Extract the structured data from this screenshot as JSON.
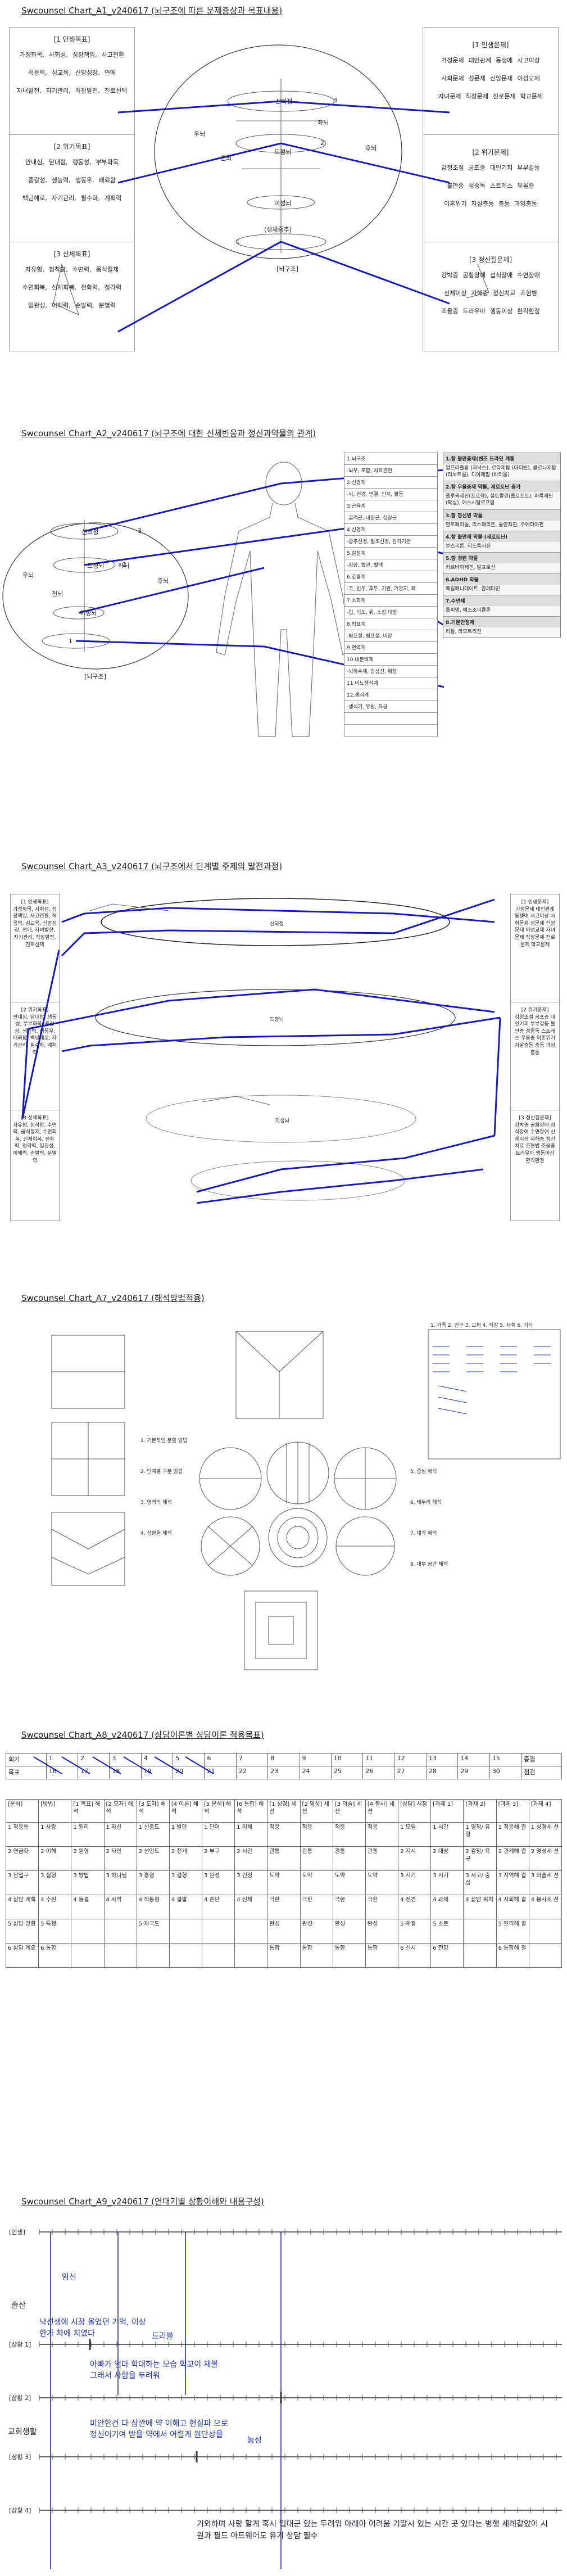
{
  "a1": {
    "title": "Swcounsel Chart_A1_v240617 (뇌구조에 따른 문제증상과 목표내용)",
    "left_groups": [
      {
        "title": "[1 인생목표]",
        "rows": [
          [
            "가정화목,",
            "사회성,",
            "성장책임,",
            "사고전환"
          ],
          [
            "적응력,",
            "심교육,",
            "신앙성장,",
            "연애"
          ],
          [
            "자녀발전,",
            "자기관리,",
            "직장발전,",
            "진로선택"
          ]
        ]
      },
      {
        "title": "[2 위기목표]",
        "rows": [
          [
            "안내심,",
            "담대함,",
            "행동성,",
            "부부화목"
          ],
          [
            "중갈성,",
            "생능력,",
            "생동우,",
            "배뢰함"
          ],
          [
            "백년해로,",
            "자기관리,",
            "필수화,",
            "계획력"
          ]
        ]
      },
      {
        "title": "[3 신체목표]",
        "rows": [
          [
            "자유함,",
            "침착함,",
            "수면력,",
            "음식절제"
          ],
          [
            "수면회복,",
            "신체회복,",
            "전화력,",
            "정각력"
          ],
          [
            "일관성,",
            "이해력,",
            "순발력,",
            "분별력"
          ]
        ]
      }
    ],
    "right_groups": [
      {
        "title": "[1 인생문제]",
        "rows": [
          [
            "가정문제",
            "대인관계",
            "동생애",
            "사고이상"
          ],
          [
            "사회문제",
            "성문제",
            "신앙문제",
            "이성교제"
          ],
          [
            "자녀문제",
            "직장문제",
            "진로문제",
            "학교문제"
          ]
        ]
      },
      {
        "title": "[2 위기문제]",
        "rows": [
          [
            "감정조절",
            "공포증",
            "대인기피",
            "부부갈등"
          ],
          [
            "불안증",
            "성중독",
            "스트레스",
            "우울증"
          ],
          [
            "이혼위기",
            "자살충동",
            "충동",
            "과잉충동"
          ]
        ]
      },
      {
        "title": "[3 정신질문제]",
        "rows": [
          [
            "강박증",
            "공황장애",
            "섭식장애",
            "수면장애"
          ],
          [
            "신체이상",
            "자해증",
            "정신치료",
            "조현병"
          ],
          [
            "조울증",
            "트라우마",
            "행동이상",
            "환각환청"
          ]
        ]
      }
    ],
    "brain": {
      "ring_top": "3",
      "ring_mid": "2",
      "ring_bot": "1",
      "left_top": "우뇌",
      "left_mid": "전뇌",
      "right_top": "좌뇌",
      "right_mid": "후뇌",
      "center_top": "신의정",
      "center_mid": "드정뇌",
      "center_low": "이성뇌",
      "center_bot": "(생체중추)",
      "label": "[뇌구조]"
    }
  },
  "a2": {
    "title": "Swcounsel Chart_A2_v240617 (뇌구조에 대한 신체반응과 정신과약물의 관계)",
    "brain": {
      "top": "신의정",
      "mid": "드정뇌",
      "low": "이성뇌",
      "left_a": "우뇌",
      "left_b": "전뇌",
      "right_a": "좌뇌",
      "right_b": "후뇌",
      "n3": "3",
      "n2": "2",
      "n1": "1",
      "label": "[뇌구조]"
    },
    "body_systems": [
      "1.뇌구조",
      "-뇌우, 포함, 치료관련",
      "2.신경계",
      "-뇌, 건강, 연결, 인지, 활동",
      "3.근육계",
      "-골격근, 내장근, 심장근",
      "4.신경계",
      "-중추신경, 말초신경, 감각기관",
      "5.감정계",
      "-심장, 혈관, 혈액",
      "6.호흡계",
      "-코, 인두, 후두, 기관, 기관지, 폐",
      "7.소화계",
      "-입, 식도, 위, 소장 대장",
      "8.림프계",
      "-림프절, 림프절, 비장",
      "9.면역계",
      "10.내분비계",
      "-뇌하수체, 갑상선, 췌장",
      "11.비뇨생식계",
      "12.생식계",
      "-생식기, 유방, 자궁"
    ],
    "drug_groups": [
      {
        "head": "1.항 불안증제(벤조 드라인 계통",
        "body": "알프라졸람 (자낙스), 로라제팜 (아티반), 클로나제팜 (리보트릴), 디아제팜 (바리움)"
      },
      {
        "head": "2.항 우울증제 약물, 세로토닌 증가",
        "body": "플루옥세틴(프로작), 설트랄린(졸로프트), 파록세틴(팍실), 에스시탈로프람"
      },
      {
        "head": "3.항 정신병 약물",
        "body": "할로페리돌, 리스페리돈, 올란자핀, 쿠에티아핀"
      },
      {
        "head": "4.항 불안제 약물 (세로토닌)",
        "body": "부스피론, 히드록시진"
      },
      {
        "head": "5.항 경련 약물",
        "body": "카르바마제핀, 발프로산"
      },
      {
        "head": "6.ADHD 약물",
        "body": "메틸페니데이트, 암페타민"
      },
      {
        "head": "7.수면제",
        "body": "졸피뎀, 에스조피클론"
      },
      {
        "head": "8.기분안정제",
        "body": "리튬, 라모트리진"
      }
    ]
  },
  "a3": {
    "title": "Swcounsel Chart_A3_v240617 (뇌구조에서 단계별 주제의 발전과정)",
    "left_segs": [
      {
        "title": "[1 인생목표]",
        "text": "가정화목, 사회성, 성장책임, 사고전환, 적응력, 심교육, 신앙성장, 연애, 자녀발전, 자기관리, 직장발전, 진로선택"
      },
      {
        "title": "[2 위기목표]",
        "text": "안내심, 담대함, 행동성, 부부화목, 중갈성, 생능력, 생동우, 배뢰함, 백년해로, 자기관리, 필수화, 계획력"
      },
      {
        "title": "[3 신체목표]",
        "text": "자유함, 침착함, 수면력, 음식절제, 수면회복, 신체회복, 전화력, 정각력, 일관성, 이해력, 순발력, 분별력"
      }
    ],
    "right_segs": [
      {
        "title": "[1 인생문제]",
        "text": "가정문제 대인관계 동생애 사고이상 사회문제 성문제 신앙문제 이성교제 자녀문제 직장문제 진로문제 학교문제"
      },
      {
        "title": "[2 위기문제]",
        "text": "감정조절 공포증 대인기피 부부갈등 불안증 성중독 스트레스 우울증 이혼위기 자살충동 충동 과잉충동"
      },
      {
        "title": "[3 정신질문제]",
        "text": "강박증 공황장애 섭식장애 수면장애 신체이상 자해증 정신치료 조현병 조울증 트라우마 행동이상 환각환청"
      }
    ],
    "ring_labels": [
      "신의정",
      "드정뇌",
      "이성뇌"
    ]
  },
  "a7": {
    "title": "Swcounsel Chart_A7_v240617 (해석방법적용)",
    "captions": [
      "1. 기본적인 분할 방법",
      "2. 단계별 구분 방법",
      "3. 영역의 해석",
      "4. 상황을 해석",
      "5. 중심 해석",
      "6. 테두리 해석",
      "7. 대각 해석",
      "8. 내부 공간 해석"
    ],
    "sheet_header": "1. 가족 2. 친구 3. 교회 4. 직장 5. 사회 6. 기타"
  },
  "a8": {
    "title": "Swcounsel Chart_A8_v240617 (상담이론별 상담이론 적용목표)",
    "top_row1": [
      "회기",
      "1",
      "2",
      "3",
      "4",
      "5",
      "6",
      "7",
      "8",
      "9",
      "10",
      "11",
      "12",
      "13",
      "14",
      "15",
      "종결"
    ],
    "top_row2": [
      "목표",
      "16",
      "17",
      "18",
      "19",
      "20",
      "21",
      "22",
      "23",
      "24",
      "25",
      "26",
      "27",
      "28",
      "29",
      "30",
      "점검"
    ],
    "table": [
      [
        "[분석]",
        "[방법]",
        "[1 목표] 해석",
        "[2 모자] 해석",
        "[3 도자] 해석",
        "[4 이론] 해석",
        "[5 분석] 해석",
        "[6 통합] 해석",
        "[1 성경] 세션",
        "[2 영성] 세션",
        "[3 의술] 세션",
        "[4 봉사] 세션",
        "[상담] 시점",
        "[과제 1]",
        "[과제 2]",
        "[과제 3]",
        "[과제 4]"
      ],
      [
        "1 적응통",
        "1 사랑",
        "1 원리",
        "1 자신",
        "1 선충도",
        "1 발단",
        "1 단어",
        "1 이해",
        "적응",
        "적응",
        "적응",
        "적응",
        "1 모델",
        "1 시간",
        "1 영적/ 유형",
        "1 적응해 결",
        "1 성경세 션"
      ],
      [
        "2 연금화",
        "2 이해",
        "2 원형",
        "2 타인",
        "2 선인도",
        "2 전개",
        "2 부구",
        "2 시간",
        "관통",
        "관통",
        "관통",
        "관통",
        "2 지시",
        "2 대상",
        "2 감정/ 욕구",
        "2 관계해 결",
        "2 영성세 션"
      ],
      [
        "3 전업구",
        "3 질형",
        "3 방법",
        "3 하나님",
        "3 흥형",
        "3 결형",
        "3 완성",
        "3 건정",
        "도약",
        "도약",
        "도약",
        "도약",
        "3 시기",
        "3 시기",
        "3 사고/ 중심",
        "3 지역해 결",
        "3 의술세 션"
      ],
      [
        "4 삶담 계획",
        "4 수원",
        "4 동결",
        "4 사역",
        "4 작동형",
        "4 결말",
        "4 존단",
        "4 신체",
        "극한",
        "극한",
        "극한",
        "극한",
        "4 전견",
        "4 과제",
        "4 삶담 위치",
        "4 사회해 결",
        "4 봉사세 션"
      ],
      [
        "5 삶담 방향",
        "5 특행",
        "",
        "",
        "5 자극도",
        "",
        "",
        "",
        "완성",
        "완성",
        "완성",
        "완성",
        "5 해결",
        "5 소토",
        "",
        "5 인격해 결",
        ""
      ],
      [
        "6 삶담 계요",
        "6 통합",
        "",
        "",
        "",
        "",
        "",
        "",
        "통합",
        "통합",
        "통합",
        "통합",
        "6 신시",
        "6 전망",
        "",
        "6 통합해 결",
        ""
      ]
    ]
  },
  "a9": {
    "title": "Swcounsel Chart_A9_v240617 (연대기별 상황이해와 내용구성)",
    "rows": [
      "[인생]",
      "[상황 1]",
      "[상황 2]",
      "[상황 3]",
      "[상황 4]"
    ],
    "notes": [
      "임신",
      "출산",
      "낙선생에 시장 울었던 기억, 이상한가 차에 치였다",
      "드리블",
      "아빠가 엄마 학대하는 모습 학교이 재불 그래서 사람을 두려워",
      "교회생활",
      "미안한건 다 잠깐에 약 이해고 현실파 으로 정신이기여 받을 약에서 어렵게 원단상을",
      "농성",
      "기외하며 사랑 할게 혹시 입대군 있는 두려워 아래아 어려움 기말시 있는 시간 곳 있다는 병행 세례같았어 시원과 필드 아트웨어도 유기 상담 필수"
    ]
  }
}
